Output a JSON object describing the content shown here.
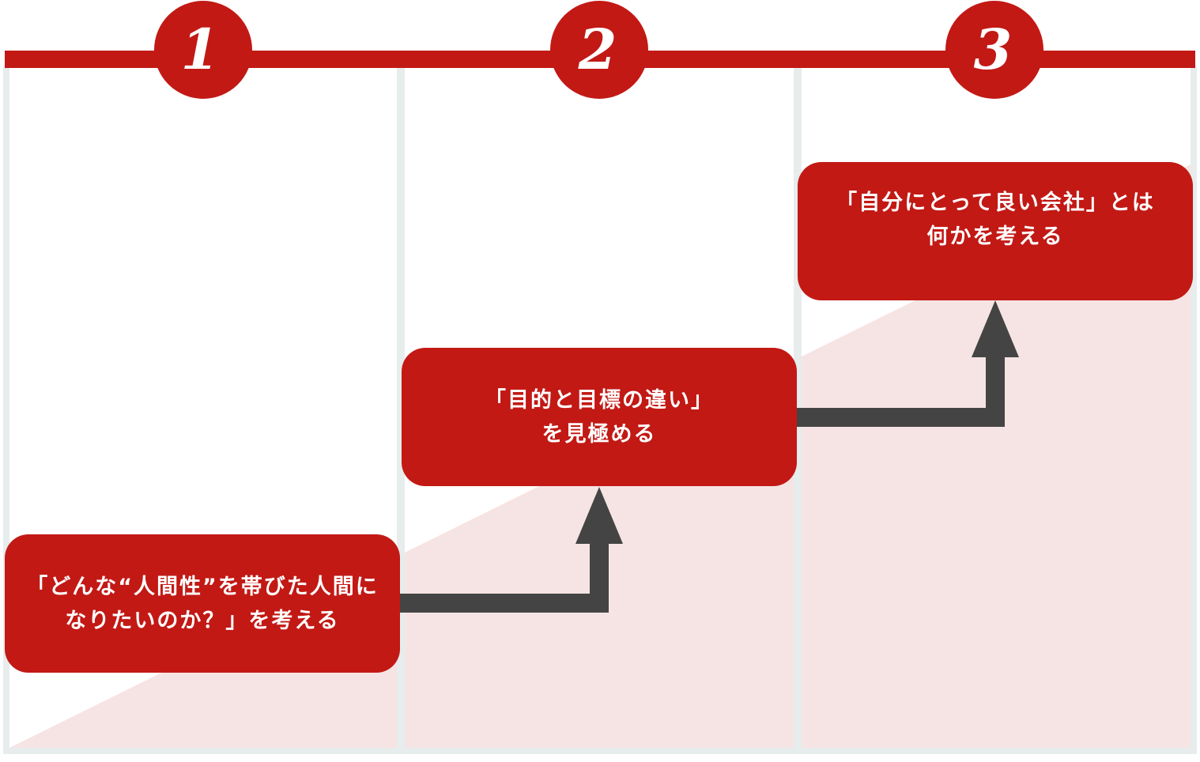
{
  "colors": {
    "accent": "#c21915",
    "accent_tint": "#f6e4e4",
    "arrow": "#444444",
    "divider": "#e7ecec"
  },
  "steps": [
    {
      "number": "1",
      "lines": [
        "「どんな“人間性”を帯びた人間に",
        "なりたいのか？」を考える"
      ]
    },
    {
      "number": "2",
      "lines": [
        "「目的と目標の違い」",
        "を見極める"
      ]
    },
    {
      "number": "3",
      "lines": [
        "「自分にとって良い会社」とは",
        "何かを考える"
      ]
    }
  ]
}
